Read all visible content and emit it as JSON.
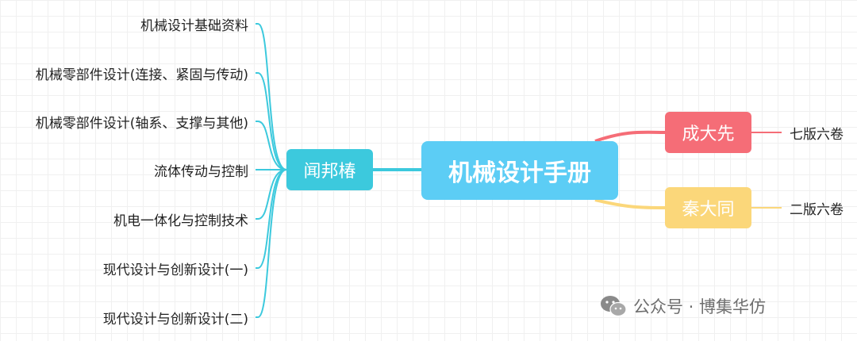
{
  "mindmap": {
    "central": "机械设计手册",
    "left_branch": {
      "label": "闻邦椿",
      "children": [
        "机械设计基础资料",
        "机械零部件设计(连接、紧固与传动)",
        "机械零部件设计(轴系、支撑与其他)",
        "流体传动与控制",
        "机电一体化与控制技术",
        "现代设计与创新设计(一)",
        "现代设计与创新设计(二)"
      ]
    },
    "right_branches": [
      {
        "label": "成大先",
        "child": "七版六卷"
      },
      {
        "label": "秦大同",
        "child": "二版六卷"
      }
    ]
  },
  "watermark": {
    "text": "公众号 · 博集华仿"
  },
  "colors": {
    "central": "#5ccdf5",
    "left_branch": "#3cc9dd",
    "right_branch_1": "#f56d77",
    "right_branch_2": "#fbd77a"
  }
}
